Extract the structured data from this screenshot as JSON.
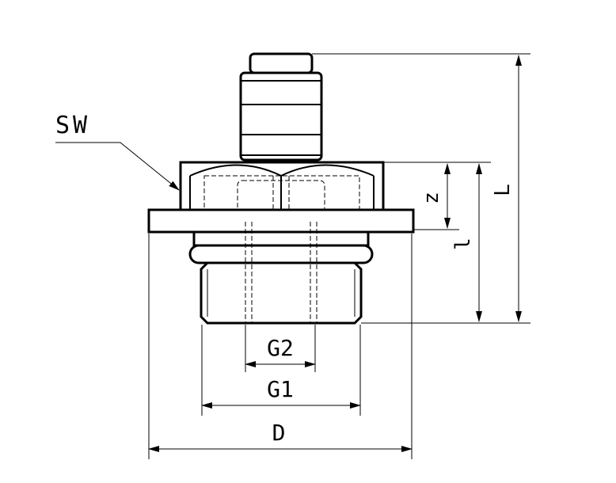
{
  "labels": {
    "sw": "SW",
    "z": "z",
    "l": "l",
    "L": "L",
    "g2": "G2",
    "g1": "G1",
    "d": "D"
  },
  "colors": {
    "line": "#000000",
    "background": "#ffffff"
  }
}
